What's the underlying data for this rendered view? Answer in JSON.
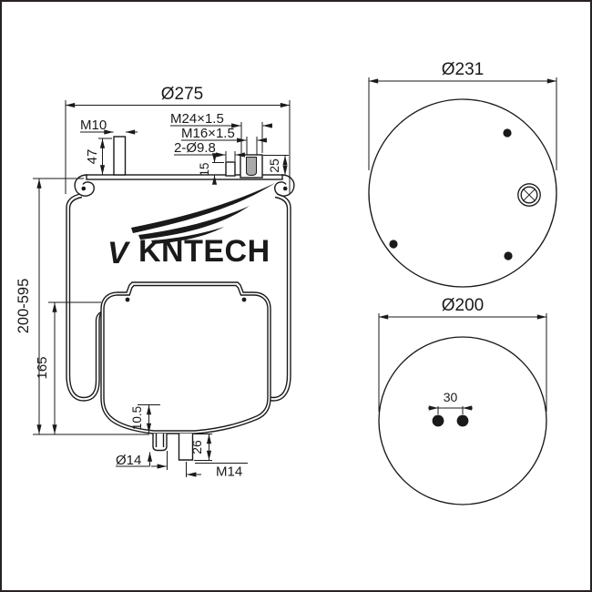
{
  "colors": {
    "line": "#1a1a1a",
    "background": "#ffffff",
    "border": "#282126",
    "thread_fill": "#a9a9a9"
  },
  "logo": {
    "prefix": "V",
    "text": "KNTECH"
  },
  "front_view": {
    "dim_overall_diameter": "Ø275",
    "dim_top_stud_thread": "M10",
    "dim_top_stud_height": "47",
    "dim_air_fitting_outer_thread": "M24×1.5",
    "dim_air_fitting_inner_thread": "M16×1.5",
    "dim_mount_holes": "2-Ø9.8",
    "dim_small_stud_height": "15",
    "dim_air_fitting_height": "25",
    "dim_design_height_range": "200-595",
    "dim_piston_height": "165",
    "dim_bottom_offset": "10.5",
    "dim_bottom_hole_diameter": "Ø14",
    "dim_bottom_stud_length": "26",
    "dim_bottom_stud_thread": "M14"
  },
  "top_view": {
    "dim_top_plate_diameter": "Ø231"
  },
  "bottom_view": {
    "dim_piston_diameter": "Ø200",
    "dim_stud_spacing": "30"
  }
}
